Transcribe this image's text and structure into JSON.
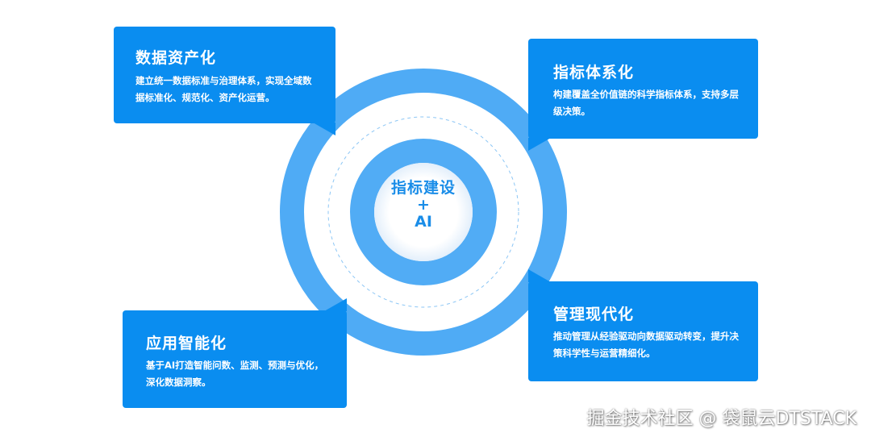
{
  "center": {
    "line1": "指标建设",
    "line2": "+",
    "line3": "AI"
  },
  "cards": {
    "data_asset": {
      "title": "数据资产化",
      "desc": "建立统一数据标准与治理体系，实现全域数据标准化、规范化、资产化运营。"
    },
    "indicator_system": {
      "title": "指标体系化",
      "desc": "构建覆盖全价值链的科学指标体系，支持多层级决策。"
    },
    "smart_application": {
      "title": "应用智能化",
      "desc": "基于AI打造智能问数、监测、预测与优化，深化数据洞察。"
    },
    "management_modern": {
      "title": "管理现代化",
      "desc": "推动管理从经验驱动向数据驱动转变，提升决策科学性与运营精细化。"
    }
  },
  "watermark": "掘金技术社区 @ 袋鼠云DTSTACK",
  "colors": {
    "card": "#0a8df0",
    "outer_ring": "#4fabf5",
    "inner_ring": "#51acf5",
    "center_text": "#1a8de8"
  }
}
